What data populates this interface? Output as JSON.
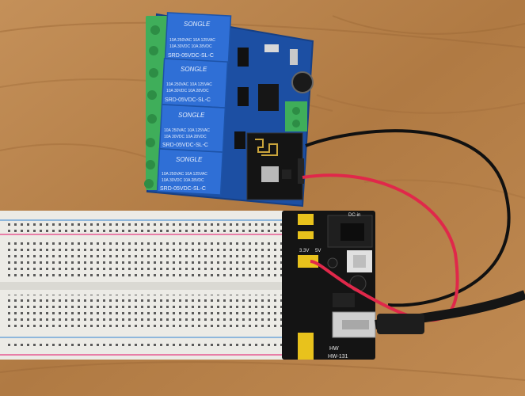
{
  "relays": [
    {
      "brand": "SONGLE",
      "rating_line1": "10A 250VAC  10A 125VAC",
      "rating_line2": "10A 30VDC  10A 28VDC",
      "model": "SRD-05VDC-SL-C"
    },
    {
      "brand": "SONGLE",
      "rating_line1": "10A 250VAC  10A 125VAC",
      "rating_line2": "10A 30VDC  10A 28VDC",
      "model": "SRD-05VDC-SL-C"
    },
    {
      "brand": "SONGLE",
      "rating_line1": "10A 250VAC  10A 125VAC",
      "rating_line2": "10A 30VDC  10A 28VDC",
      "model": "SRD-05VDC-SL-C"
    },
    {
      "brand": "SONGLE",
      "rating_line1": "10A 250VAC  10A 125VAC",
      "rating_line2": "10A 30VDC  10A 28VDC",
      "model": "SRD-05VDC-SL-C"
    }
  ],
  "power_module": {
    "dc_in_label": "DC-in",
    "voltage_3v3": "3.3V",
    "voltage_5v": "5V",
    "model_line1": "HW",
    "model_line2": "HW-131"
  },
  "colors": {
    "wood": "#b8864e",
    "pcb_blue": "#1c4fa3",
    "relay_blue": "#2f6fd6",
    "terminal_green": "#3fae5a",
    "breadboard": "#ecebe6",
    "wire_red": "#e0284a",
    "wire_black": "#111111",
    "header_yellow": "#e8c21c"
  }
}
